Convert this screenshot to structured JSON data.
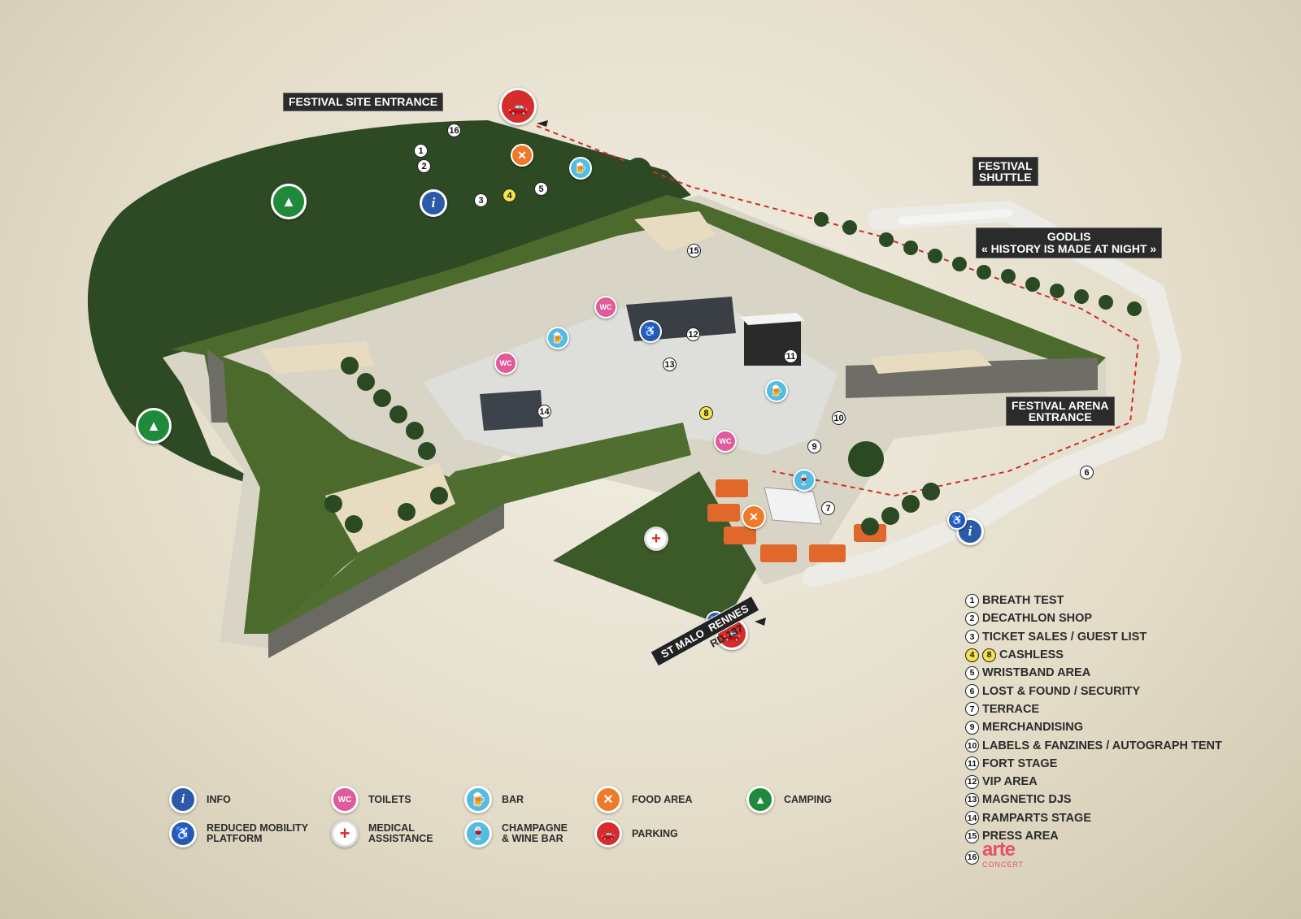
{
  "labels": {
    "site_entrance": "FESTIVAL SITE ENTRANCE",
    "shuttle": "FESTIVAL\nSHUTTLE",
    "godlis_line1": "GODLIS",
    "godlis_line2": "« HISTORY IS MADE AT NIGHT »",
    "arena_entrance": "FESTIVAL ARENA\nENTRANCE"
  },
  "road_sign": {
    "left": "ST MALO",
    "right": "RENNES",
    "road": "RD 137"
  },
  "map_numbers": [
    "1",
    "2",
    "3",
    "4",
    "5",
    "6",
    "7",
    "8",
    "9",
    "10",
    "11",
    "12",
    "13",
    "14",
    "15",
    "16"
  ],
  "pins": {
    "info": "i",
    "wc": "WC"
  },
  "legend": [
    {
      "id": "info",
      "label": "INFO",
      "color": "#2a5aa8",
      "glyph": "i"
    },
    {
      "id": "reduced-mobility",
      "label": "REDUCED MOBILITY\nPLATFORM",
      "color": "#2a5aa8",
      "glyph": "♿"
    },
    {
      "id": "toilets",
      "label": "TOILETS",
      "color": "#e05b9b",
      "glyph": "WC"
    },
    {
      "id": "medical",
      "label": "MEDICAL\nASSISTANCE",
      "color": "#ffffff",
      "glyph": "+"
    },
    {
      "id": "bar",
      "label": "BAR",
      "color": "#52bde0",
      "glyph": "🍺"
    },
    {
      "id": "champagne",
      "label": "CHAMPAGNE\n& WINE BAR",
      "color": "#52bde0",
      "glyph": "🍷"
    },
    {
      "id": "food",
      "label": "FOOD AREA",
      "color": "#ef7a2a",
      "glyph": "✕"
    },
    {
      "id": "parking",
      "label": "PARKING",
      "color": "#d72c2c",
      "glyph": "🚗"
    },
    {
      "id": "camping",
      "label": "CAMPING",
      "color": "#1f8a3c",
      "glyph": "▲"
    }
  ],
  "key": [
    {
      "n": [
        "1"
      ],
      "label": "BREATH TEST"
    },
    {
      "n": [
        "2"
      ],
      "label": "DECATHLON SHOP"
    },
    {
      "n": [
        "3"
      ],
      "label": "TICKET SALES / GUEST LIST"
    },
    {
      "n": [
        "4",
        "8"
      ],
      "yellow": true,
      "label": "CASHLESS"
    },
    {
      "n": [
        "5"
      ],
      "label": "WRISTBAND AREA"
    },
    {
      "n": [
        "6"
      ],
      "label": "LOST & FOUND / SECURITY"
    },
    {
      "n": [
        "7"
      ],
      "label": "TERRACE"
    },
    {
      "n": [
        "9"
      ],
      "label": "MERCHANDISING"
    },
    {
      "n": [
        "10"
      ],
      "label": "LABELS & FANZINES / AUTOGRAPH TENT"
    },
    {
      "n": [
        "11"
      ],
      "label": "FORT STAGE"
    },
    {
      "n": [
        "12"
      ],
      "label": "VIP AREA"
    },
    {
      "n": [
        "13"
      ],
      "label": "MAGNETIC DJS"
    },
    {
      "n": [
        "14"
      ],
      "label": "RAMPARTS STAGE"
    },
    {
      "n": [
        "15"
      ],
      "label": "PRESS AREA"
    },
    {
      "n": [
        "16"
      ],
      "label": "",
      "logo": "arte",
      "logo_sub": "CONCERT"
    }
  ],
  "colors": {
    "grass": "#2f4a22",
    "rampart_top": "#4f6b2e",
    "wall": "#6e6e66",
    "courtyard": "#dcdcd8",
    "sand": "#e8dcc0",
    "trees": "#2d4a25"
  }
}
